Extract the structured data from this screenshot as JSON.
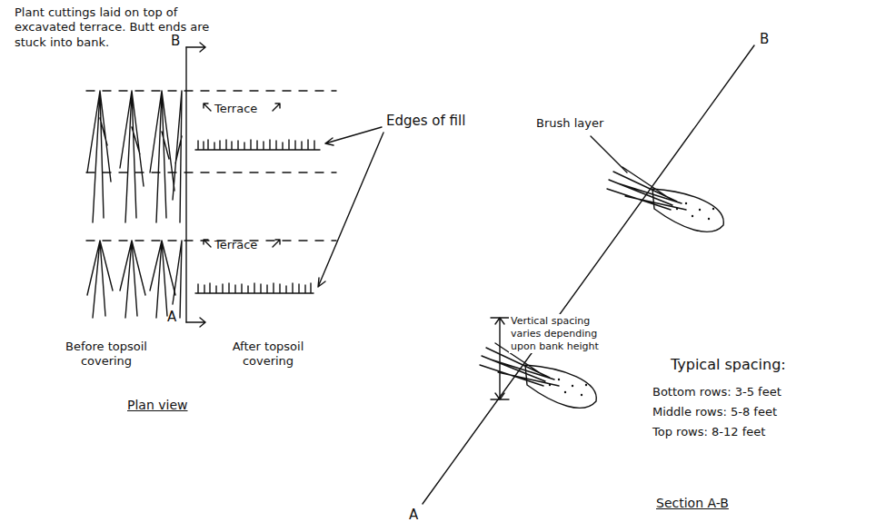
{
  "diagram": {
    "labels": [
      "Plant cuttings laid on top of excavated terrace. Butt ends are stuck into bank.",
      "B",
      "Terrace",
      "Edges of fill",
      "Terrace",
      "A",
      "Before topsoil covering",
      "After topsoil covering",
      "Plan view",
      "B",
      "Brush layer",
      "Vertical spacing varies depending upon bank height",
      "Typical spacing:",
      "Bottom rows: 3-5 feet",
      "Middle rows: 5-8 feet",
      "Top rows: 8-12 feet",
      "A",
      "Section A-B"
    ]
  }
}
